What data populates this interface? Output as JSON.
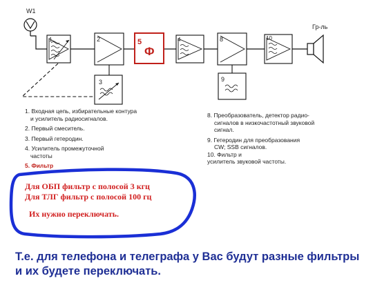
{
  "diagram": {
    "antenna_label": "W1",
    "speaker_label": "Гр-ль",
    "blocks": [
      "1",
      "2",
      "3",
      "4",
      "5",
      "8",
      "9",
      "10"
    ],
    "filter_symbol": "Ф",
    "colors": {
      "filter": "#c0201a",
      "note_frame": "#1a2fd6",
      "note_text": "#d12020",
      "conclusion_text": "#1f2f95"
    }
  },
  "legend_left": [
    "1. Входная цепь, избирательные контура",
    "и усилитель радиосигналов.",
    "2. Первый смеситель.",
    "3. Первый гетеродин.",
    "4. Усилитель промежуточной",
    "частоты",
    "5. Фильтр"
  ],
  "legend_right": [
    "8.  Преобразователь, детектор радио-",
    "сигналов в низкочастотный звуковой",
    "сигнал.",
    "9. Гетеродин для преобразования",
    "CW; SSB сигналов.",
    "10. Фильтр  и",
    "усилитель звуковой частоты."
  ],
  "note": {
    "line1": "Для ОБП фильтр с полосой 3 кгц",
    "line2": "Для ТЛГ фильтр с полосой 100 гц",
    "line3": "Их нужно переключать."
  },
  "conclusion": "Т.е. для телефона и телеграфа у Вас будут разные фильтры и их будете переключать."
}
